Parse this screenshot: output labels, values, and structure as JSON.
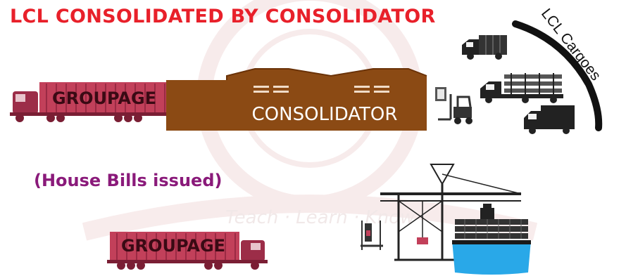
{
  "title": "LCL CONSOLIDATED BY CONSOLIDATOR",
  "top_truck_label": "GROUPAGE",
  "bottom_truck_label": "GROUPAGE",
  "warehouse_label": "CONSOLIDATOR",
  "note": "(House Bills issued)",
  "cargo_label": "LCL Cargoes",
  "watermark": "Teach · Learn · Know",
  "colors": {
    "title": "#e8202a",
    "container": "#c2405a",
    "warehouse": "#8b4a14",
    "note": "#8a1a7a",
    "ship_water": "#29a8e8"
  }
}
